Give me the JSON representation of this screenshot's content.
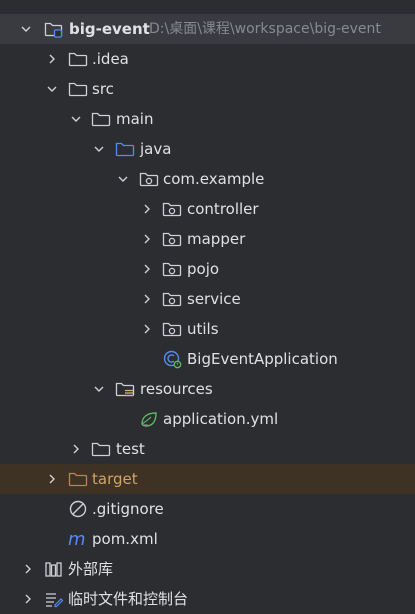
{
  "project": {
    "name": "big-event",
    "path": "D:\\桌面\\课程\\workspace\\big-event"
  },
  "tree": {
    "idea": ".idea",
    "src": "src",
    "main": "main",
    "java": "java",
    "package": "com.example",
    "controller": "controller",
    "mapper": "mapper",
    "pojo": "pojo",
    "service": "service",
    "utils": "utils",
    "app_class": "BigEventApplication",
    "resources": "resources",
    "app_yml": "application.yml",
    "test": "test",
    "target": "target",
    "gitignore": ".gitignore",
    "pom": "pom.xml"
  },
  "bottom": {
    "external_libs": "外部库",
    "scratches": "临时文件和控制台"
  },
  "colors": {
    "background": "#2b2d30",
    "selected_row": "#393b40",
    "excluded_row": "#3d3223",
    "folder_icon": "#ced0d6",
    "source_folder_icon": "#548af7",
    "excluded_folder_icon": "#c77d55",
    "spring_icon": "#5fb865",
    "maven_icon": "#548af7"
  },
  "icons": {
    "module": "module-folder-icon",
    "folder": "folder-icon",
    "source_folder": "source-folder-icon",
    "package": "package-icon",
    "spring_class": "spring-boot-class-icon",
    "resources_folder": "resources-folder-icon",
    "spring_config": "spring-config-icon",
    "ignore_file": "ignore-file-icon",
    "maven": "maven-icon",
    "library": "library-icon",
    "scratches": "scratches-icon"
  }
}
